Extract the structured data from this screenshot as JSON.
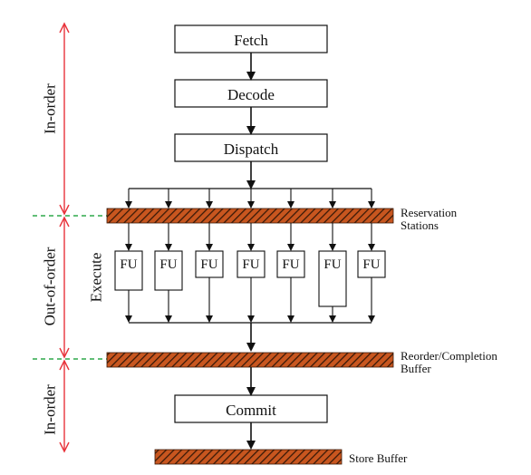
{
  "stages": {
    "fetch": "Fetch",
    "decode": "Decode",
    "dispatch": "Dispatch",
    "commit": "Commit"
  },
  "buffers": {
    "reservation_line1": "Reservation",
    "reservation_line2": "Stations",
    "reorder_line1": "Reorder/Completion",
    "reorder_line2": "Buffer",
    "store": "Store Buffer"
  },
  "side_labels": {
    "in_order_top": "In-order",
    "out_of_order": "Out-of-order",
    "in_order_bottom": "In-order"
  },
  "execute_label": "Execute",
  "functional_units": [
    "FU",
    "FU",
    "FU",
    "FU",
    "FU",
    "FU",
    "FU"
  ],
  "colors": {
    "buffer_fill": "#c8561f",
    "buffer_hatch": "#3a1a08",
    "range_arrow": "#e8343c",
    "divider": "#2fa84a",
    "line": "#111111"
  }
}
